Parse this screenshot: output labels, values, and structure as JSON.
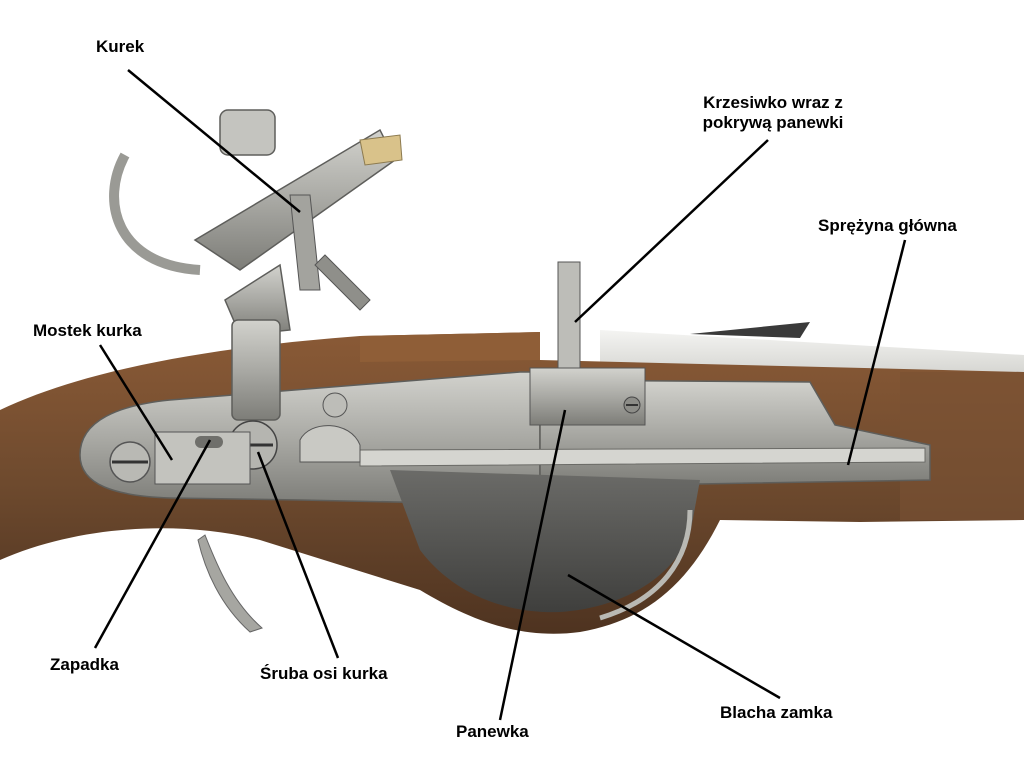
{
  "labels": {
    "kurek": "Kurek",
    "krzesiwko_line1": "Krzesiwko wraz z",
    "krzesiwko_line2": "pokrywą panewki",
    "sprezyna": "Sprężyna główna",
    "mostek": "Mostek kurka",
    "zapadka": "Zapadka",
    "sruba": "Śruba osi kurka",
    "panewka": "Panewka",
    "blacha": "Blacha zamka"
  },
  "colors": {
    "background": "#ffffff",
    "wood": "#6e4a2e",
    "steel": "#a9a9a4",
    "leader": "#000000"
  }
}
